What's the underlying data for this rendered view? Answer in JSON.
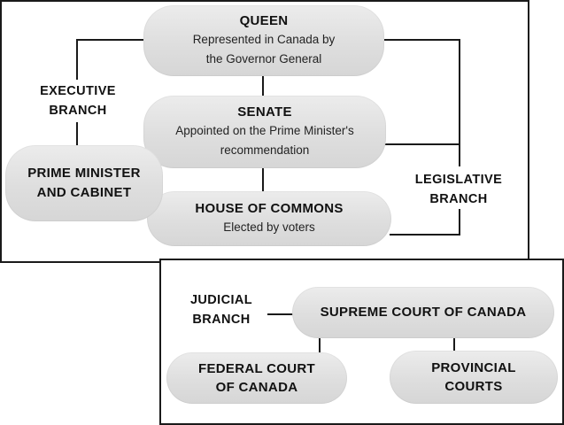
{
  "top": {
    "queen": {
      "title": "QUEEN",
      "subtitle": "Represented in Canada by\nthe Governor General"
    },
    "senate": {
      "title": "SENATE",
      "subtitle": "Appointed on the Prime Minister's\nrecommendation"
    },
    "commons": {
      "title": "HOUSE OF COMMONS",
      "subtitle": "Elected by voters"
    },
    "pm": {
      "title": "PRIME MINISTER\nAND CABINET"
    },
    "executive_label": "EXECUTIVE\nBRANCH",
    "legislative_label": "LEGISLATIVE\nBRANCH"
  },
  "bottom": {
    "judicial_label": "JUDICIAL\nBRANCH",
    "supreme": {
      "title": "SUPREME COURT OF CANADA"
    },
    "federal": {
      "title": "FEDERAL COURT\nOF CANADA"
    },
    "provincial": {
      "title": "PROVINCIAL\nCOURTS"
    }
  },
  "colors": {
    "pill_fill": "#dcdcdc",
    "line": "#1a1a1a",
    "frame": "#1a1a1a"
  }
}
